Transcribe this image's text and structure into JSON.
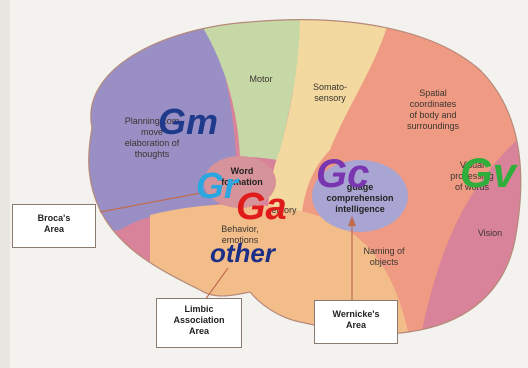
{
  "labels": {
    "motor": "Motor",
    "somatosensory": "Somato-\nsensory",
    "planning": "Planning com\nmove\nelaboration of\nthoughts",
    "word_formation": "Word\nformation",
    "spatial": "Spatial\ncoordinates\nof body and\nsurroundings",
    "language": "guage\ncomprehension\nintelligence",
    "visual": "Visual\nprocessing\nof words",
    "behavior": "Behavior,\nemotions",
    "memory": "emory",
    "naming": "Naming of\nobjects",
    "vision": "Vision"
  },
  "callouts": {
    "broca": "Broca's\nArea",
    "limbic": "Limbic\nAssociation\nArea",
    "wernicke": "Wernicke's\nArea"
  },
  "overlays": {
    "gm": {
      "text": "Gm",
      "color": "#1f3a8a"
    },
    "gr": {
      "text": "Gr",
      "color": "#2aa7e0"
    },
    "ga": {
      "text": "Ga",
      "color": "#e01b1b"
    },
    "gc": {
      "text": "Gc",
      "color": "#7a35b0"
    },
    "gv": {
      "text": "Gv",
      "color": "#2fae3c"
    },
    "other": {
      "text": "other",
      "color": "#1c2f86"
    }
  },
  "colors": {
    "frontal_purple": "#9a8fc4",
    "motor_green": "#c6d8a6",
    "sensory_yellow": "#f3d9a0",
    "parietal_red": "#ef9a82",
    "occipital_pink": "#d9839a",
    "temporal_orange": "#f3bd8a",
    "word_pink": "#d7939a",
    "wernicke_lilac": "#a9a5d2"
  }
}
